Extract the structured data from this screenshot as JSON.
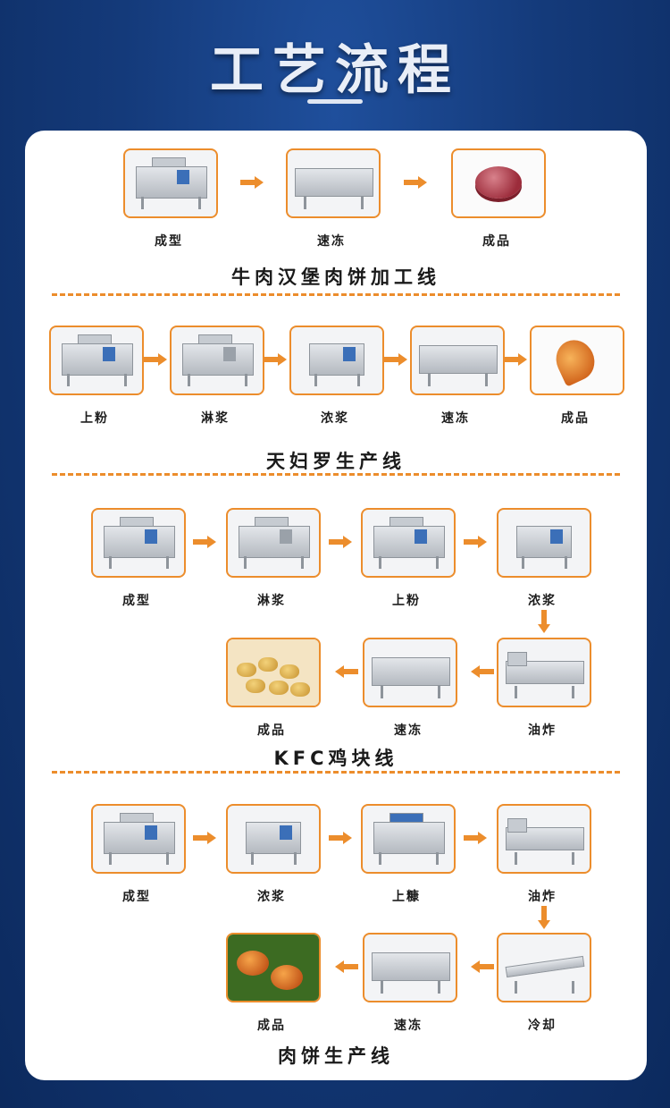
{
  "page_title": "工艺流程",
  "accent_color": "#ec8d2c",
  "lines": [
    {
      "title": "牛肉汉堡肉饼加工线",
      "steps": [
        {
          "label": "成型",
          "icon": "forming-machine-icon"
        },
        {
          "label": "速冻",
          "icon": "freezer-icon"
        },
        {
          "label": "成品",
          "icon": "beef-patty-icon"
        }
      ]
    },
    {
      "title": "天妇罗生产线",
      "steps": [
        {
          "label": "上粉",
          "icon": "breading-machine-icon"
        },
        {
          "label": "淋浆",
          "icon": "batter-machine-icon"
        },
        {
          "label": "浓浆",
          "icon": "tempura-batter-machine-icon"
        },
        {
          "label": "速冻",
          "icon": "freezer-icon"
        },
        {
          "label": "成品",
          "icon": "fried-shrimp-icon"
        }
      ]
    },
    {
      "title": "KFC鸡块线",
      "steps": [
        {
          "label": "成型",
          "icon": "forming-machine-icon"
        },
        {
          "label": "淋浆",
          "icon": "batter-machine-icon"
        },
        {
          "label": "上粉",
          "icon": "breading-machine-icon"
        },
        {
          "label": "浓浆",
          "icon": "tempura-batter-machine-icon"
        },
        {
          "label": "油炸",
          "icon": "fryer-icon"
        },
        {
          "label": "速冻",
          "icon": "freezer-icon"
        },
        {
          "label": "成品",
          "icon": "chicken-nuggets-icon"
        }
      ]
    },
    {
      "title": "肉饼生产线",
      "steps": [
        {
          "label": "成型",
          "icon": "forming-machine-icon"
        },
        {
          "label": "浓浆",
          "icon": "tempura-batter-machine-icon"
        },
        {
          "label": "上糠",
          "icon": "crumb-coating-machine-icon"
        },
        {
          "label": "油炸",
          "icon": "fryer-icon"
        },
        {
          "label": "冷却",
          "icon": "cooling-conveyor-icon"
        },
        {
          "label": "速冻",
          "icon": "freezer-icon"
        },
        {
          "label": "成品",
          "icon": "fried-cutlet-icon"
        }
      ]
    }
  ]
}
